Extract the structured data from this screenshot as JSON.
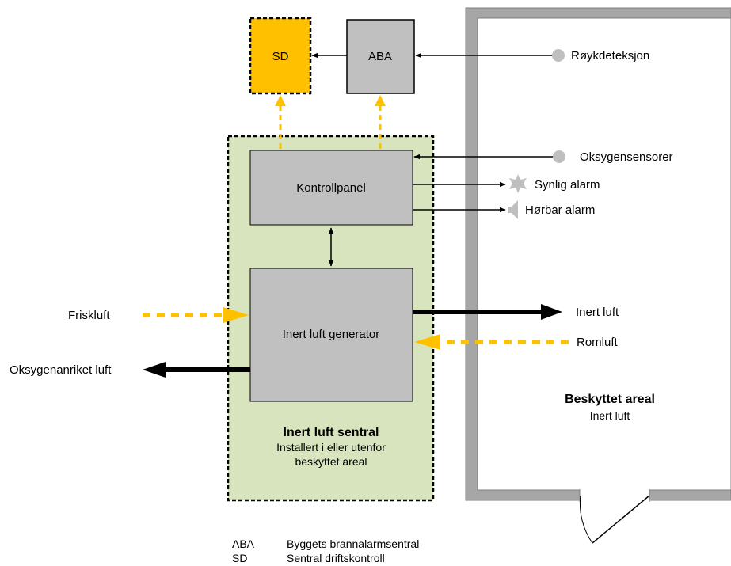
{
  "boxes": {
    "sd": "SD",
    "aba": "ABA",
    "kontrollpanel": "Kontrollpanel",
    "generator": "Inert luft generator"
  },
  "central": {
    "title": "Inert luft sentral",
    "line1": "Installert i eller utenfor",
    "line2": "beskyttet areal"
  },
  "room": {
    "title": "Beskyttet areal",
    "subtitle": "Inert luft"
  },
  "labels": {
    "roykdeteksjon": "Røykdeteksjon",
    "oksygensensorer": "Oksygensensorer",
    "synlig_alarm": "Synlig alarm",
    "horbar_alarm": "Hørbar alarm",
    "friskluft": "Friskluft",
    "inert_luft": "Inert luft",
    "romluft": "Romluft",
    "oksygenanriket": "Oksygenanriket luft"
  },
  "legend": [
    {
      "abbr": "ABA",
      "text": "Byggets brannalarmsentral"
    },
    {
      "abbr": "SD",
      "text": "Sentral driftskontroll"
    }
  ],
  "colors": {
    "sd_fill": "#FFC000",
    "box_fill": "#C0C0C0",
    "central_fill": "#D7E4BD",
    "dashed_arrow": "#FFC000",
    "wall": "#A6A6A6",
    "sensor": "#BFBFBF"
  },
  "icons": {
    "synlig_alarm": "star-icon",
    "horbar_alarm": "speaker-icon",
    "sensor": "circle-icon"
  }
}
